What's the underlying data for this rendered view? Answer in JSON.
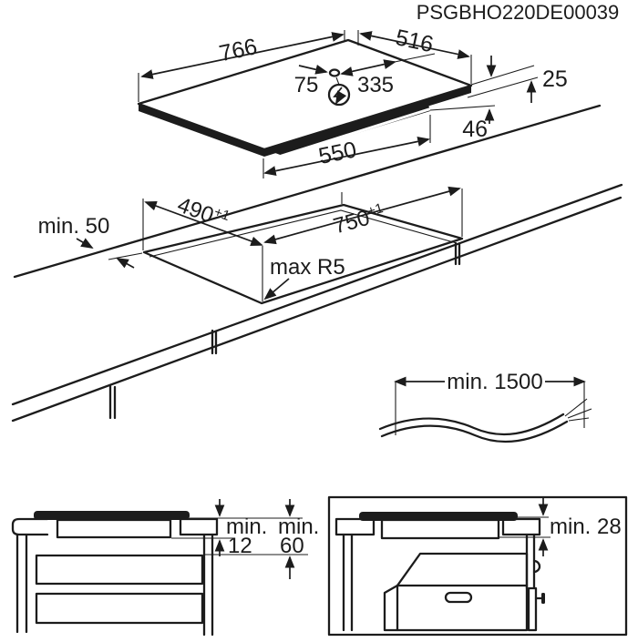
{
  "title": "PSGBHO220DE00039",
  "colors": {
    "ink": "#1c1c1c",
    "paper": "#ffffff"
  },
  "hob": {
    "width": "766",
    "depth": "516",
    "hole_offset_left": "75",
    "hole_offset_right": "335",
    "glass_thickness": "25",
    "box_height": "46",
    "box_width": "550"
  },
  "cutout": {
    "clearance_back": "min. 50",
    "depth": "490",
    "depth_tolerance": "+1",
    "width": "750",
    "width_tolerance": "+1",
    "corner_radius": "max R5"
  },
  "cable": {
    "length": "min. 1500"
  },
  "clearance_drawer": {
    "word_a": "min.",
    "below_hob": "12",
    "word_b": "min.",
    "below_worktop": "60"
  },
  "clearance_oven": {
    "gap": "min. 28"
  }
}
